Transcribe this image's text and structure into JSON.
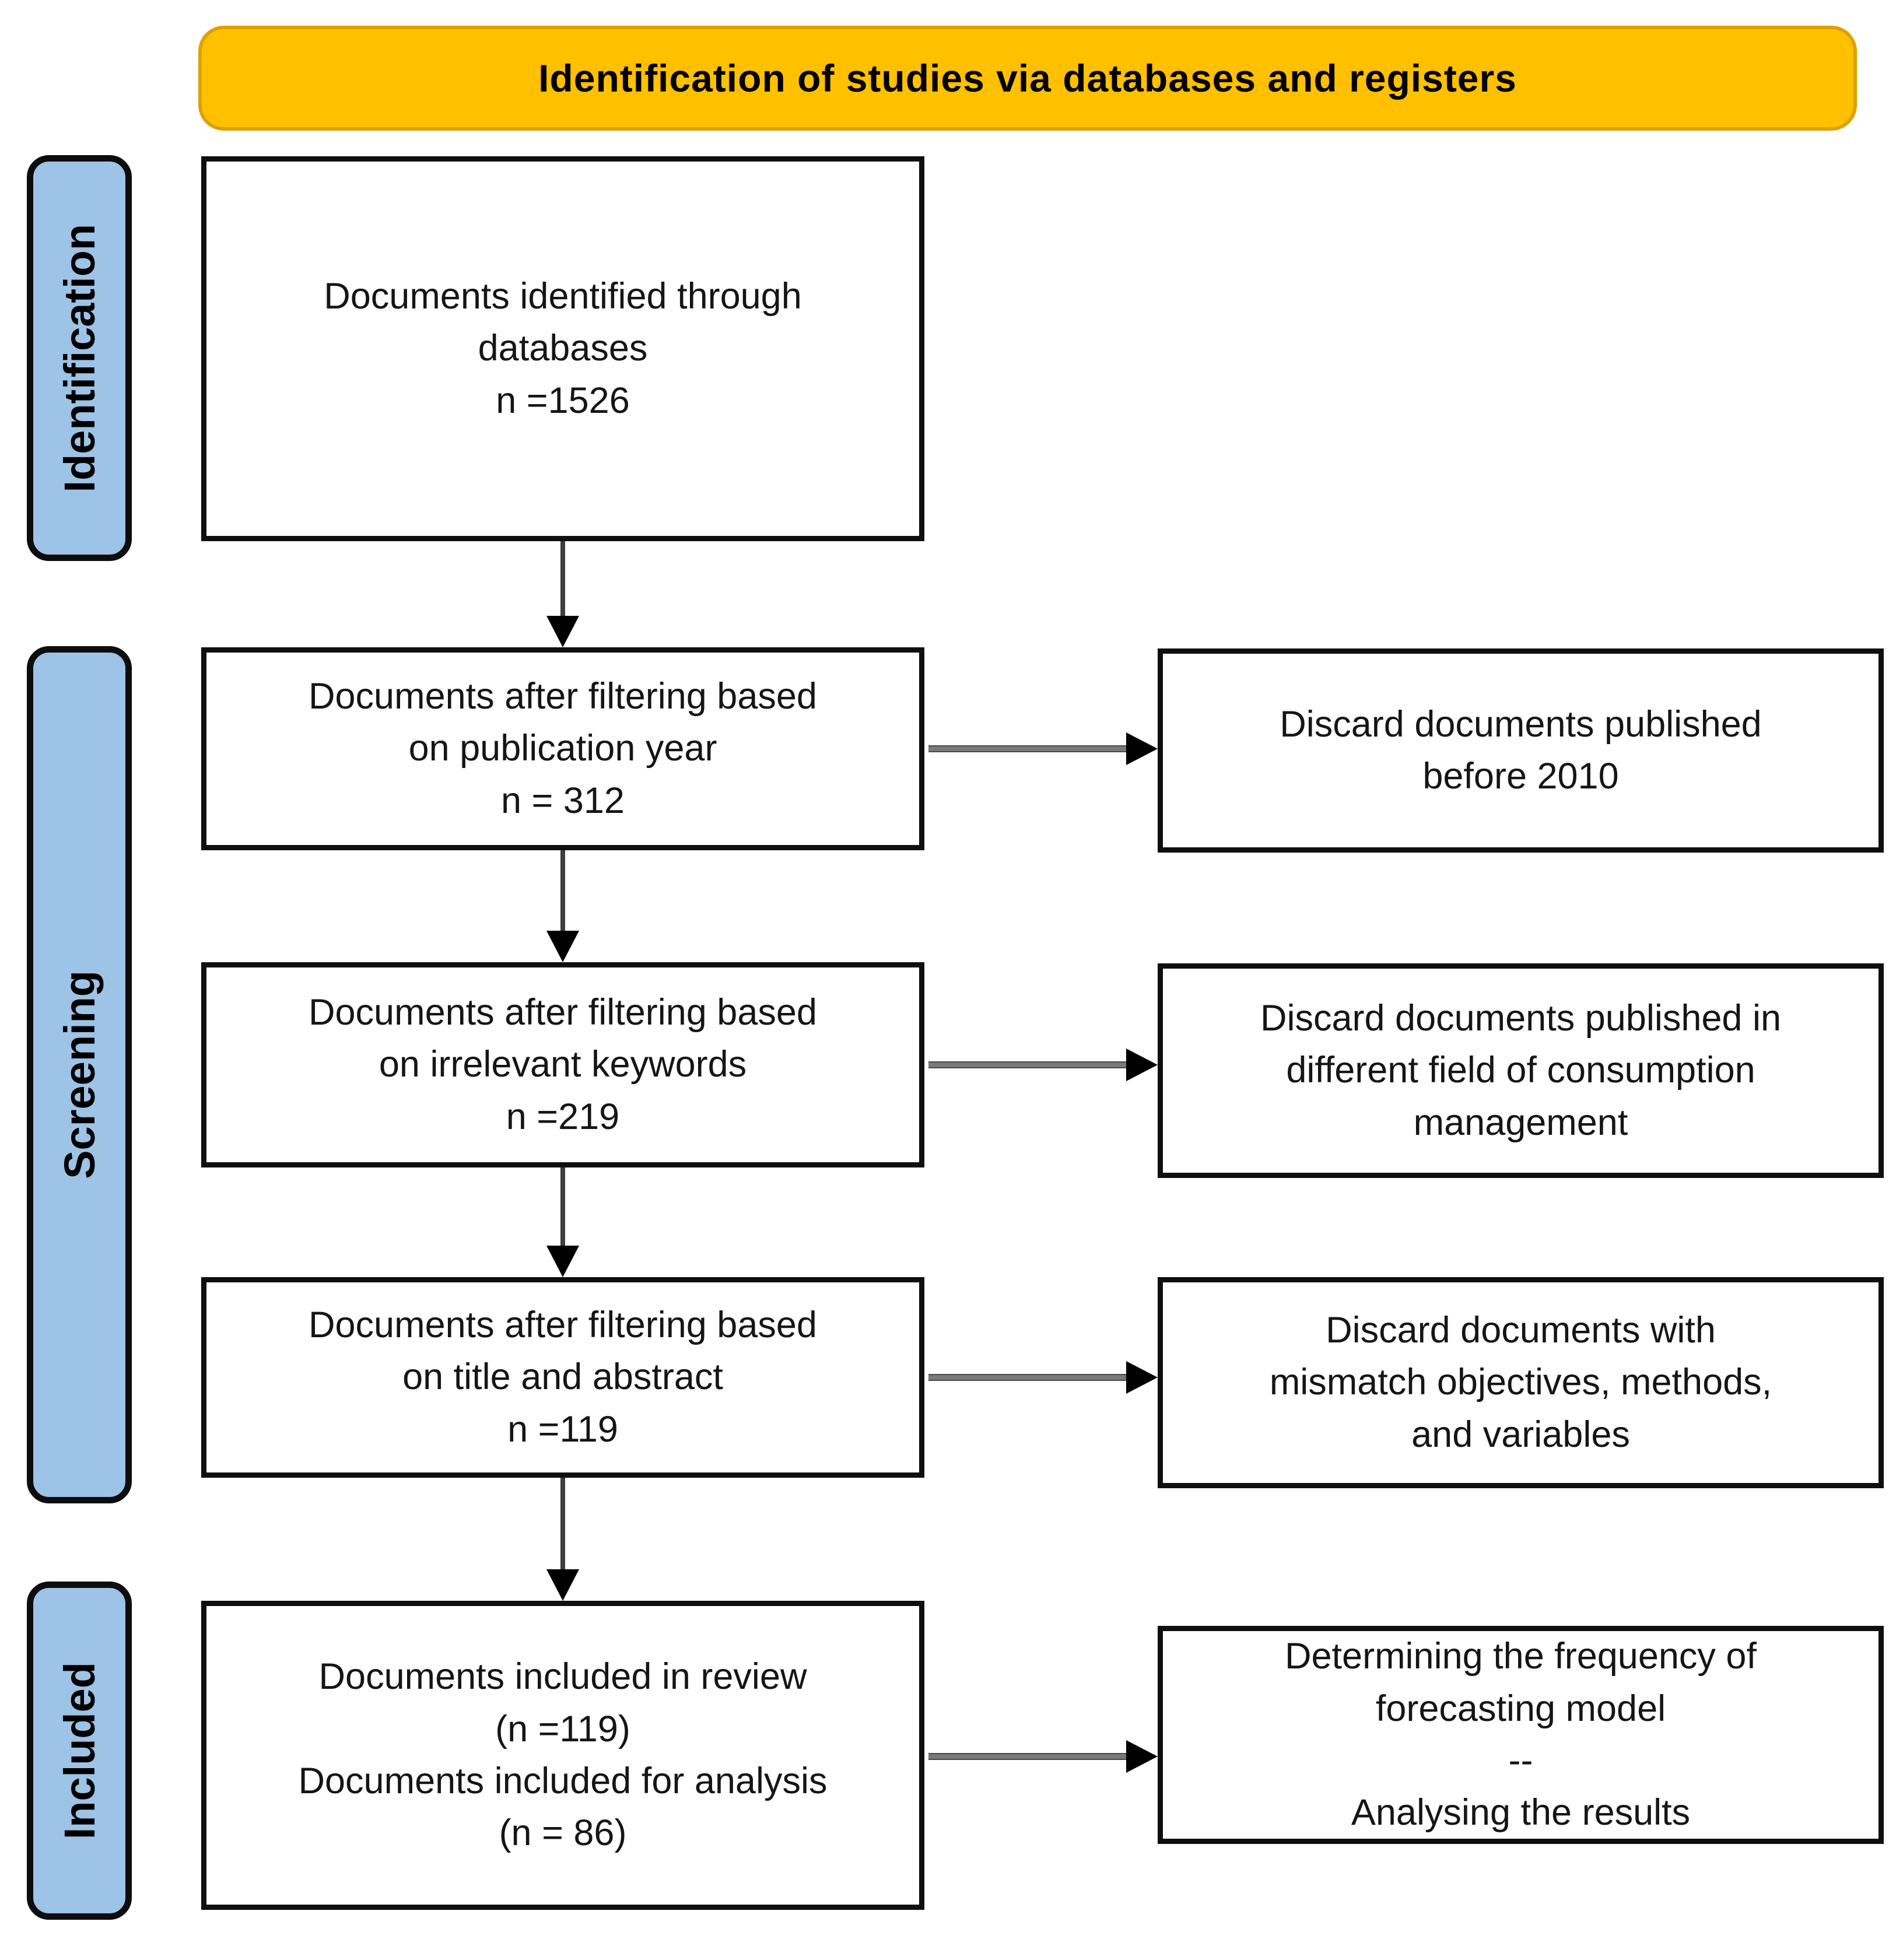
{
  "banner": {
    "title": "Identification of studies via databases and registers"
  },
  "colors": {
    "banner_bg": "#FFC000",
    "stage_bg": "#9DC3E6",
    "box_border": "#000000"
  },
  "stage_labels": [
    {
      "label": "Identification"
    },
    {
      "label": "Screening"
    },
    {
      "label": "Included"
    }
  ],
  "flow_boxes": [
    {
      "lines": [
        "Documents identified through",
        "databases",
        "n =1526"
      ]
    },
    {
      "lines": [
        "Documents after filtering based",
        "on publication year",
        "n = 312"
      ]
    },
    {
      "lines": [
        "Documents after filtering based",
        "on irrelevant keywords",
        "n =219"
      ]
    },
    {
      "lines": [
        "Documents after filtering based",
        "on title and abstract",
        "n =119"
      ]
    },
    {
      "lines": [
        "Documents included in review",
        "(n =119)",
        "Documents included for analysis",
        "(n = 86)"
      ]
    }
  ],
  "reason_boxes": [
    {
      "lines": [
        "Discard documents published",
        "before 2010"
      ]
    },
    {
      "lines": [
        "Discard documents published in",
        "different field of consumption",
        "management"
      ]
    },
    {
      "lines": [
        "Discard documents with",
        "mismatch objectives, methods,",
        "and variables"
      ]
    },
    {
      "lines": [
        "Determining the frequency of",
        "forecasting model",
        "--",
        "Analysing the results"
      ]
    }
  ]
}
